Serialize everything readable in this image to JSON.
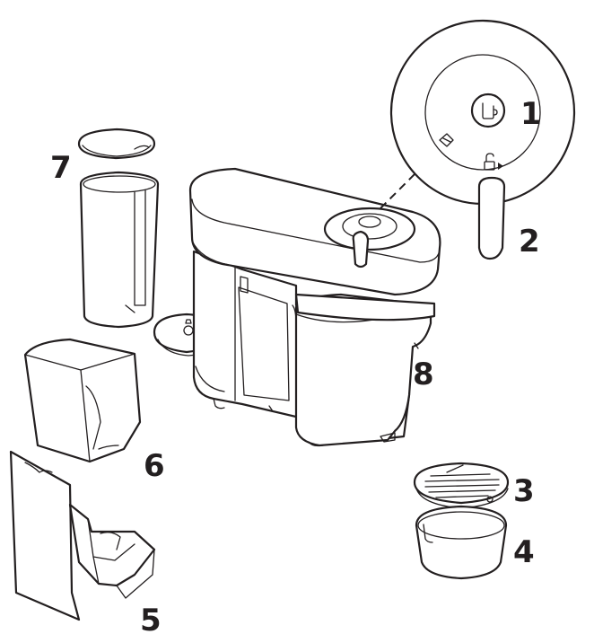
{
  "labels": {
    "button": "1",
    "lever": "2",
    "drip_grid": "3",
    "drip_tray": "4",
    "capsule_container_support": "5",
    "capsule_container": "6",
    "water_tank_lid": "7",
    "machine": "8"
  },
  "icons": {
    "center_button": "cup-icon",
    "left_marker": "capsule-icon",
    "right_marker": "unlock-icon"
  },
  "colors": {
    "line": "#231f20",
    "background": "#ffffff"
  }
}
